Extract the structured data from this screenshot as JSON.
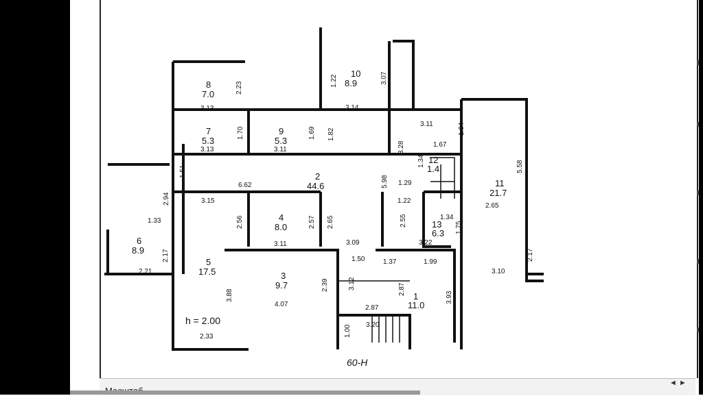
{
  "plan": {
    "stamp": "60-Н",
    "height_note": "h = 2.00",
    "rooms": [
      {
        "num": "1",
        "area": "11.0"
      },
      {
        "num": "2",
        "area": "44.6"
      },
      {
        "num": "3",
        "area": "9.7"
      },
      {
        "num": "4",
        "area": "8.0"
      },
      {
        "num": "5",
        "area": "17.5"
      },
      {
        "num": "6",
        "area": "8.9"
      },
      {
        "num": "7",
        "area": "5.3"
      },
      {
        "num": "8",
        "area": "7.0"
      },
      {
        "num": "9",
        "area": "5.3"
      },
      {
        "num": "10",
        "area": "8.9"
      },
      {
        "num": "11",
        "area": "21.7"
      },
      {
        "num": "12",
        "area": "1.4"
      },
      {
        "num": "13",
        "area": "6.3"
      }
    ],
    "dims": [
      "1.22",
      "3.07",
      "3.14",
      "2.23",
      "3.13",
      "1.70",
      "3.13",
      "1.69",
      "3.11",
      "1.82",
      "3.11",
      "1.94",
      "1.67",
      "3.28",
      "1.34",
      "5.58",
      "1.51",
      "6.62",
      "5.98",
      "1.29",
      "2.94",
      "3.15",
      "2.56",
      "2.57",
      "2.65",
      "1.22",
      "2.55",
      "1.34",
      "2.65",
      "1.33",
      "1.75",
      "3.11",
      "3.09",
      "3.22",
      "2.17",
      "1.50",
      "1.37",
      "1.99",
      "2.21",
      "2.17",
      "3.10",
      "2.39",
      "3.12",
      "2.87",
      "3.93",
      "3.88",
      "4.07",
      "2.87",
      "2.33",
      "1.00",
      "3.20"
    ]
  },
  "footer": {
    "scale_label": "Масштаб",
    "page_controls": "◄ ►"
  }
}
